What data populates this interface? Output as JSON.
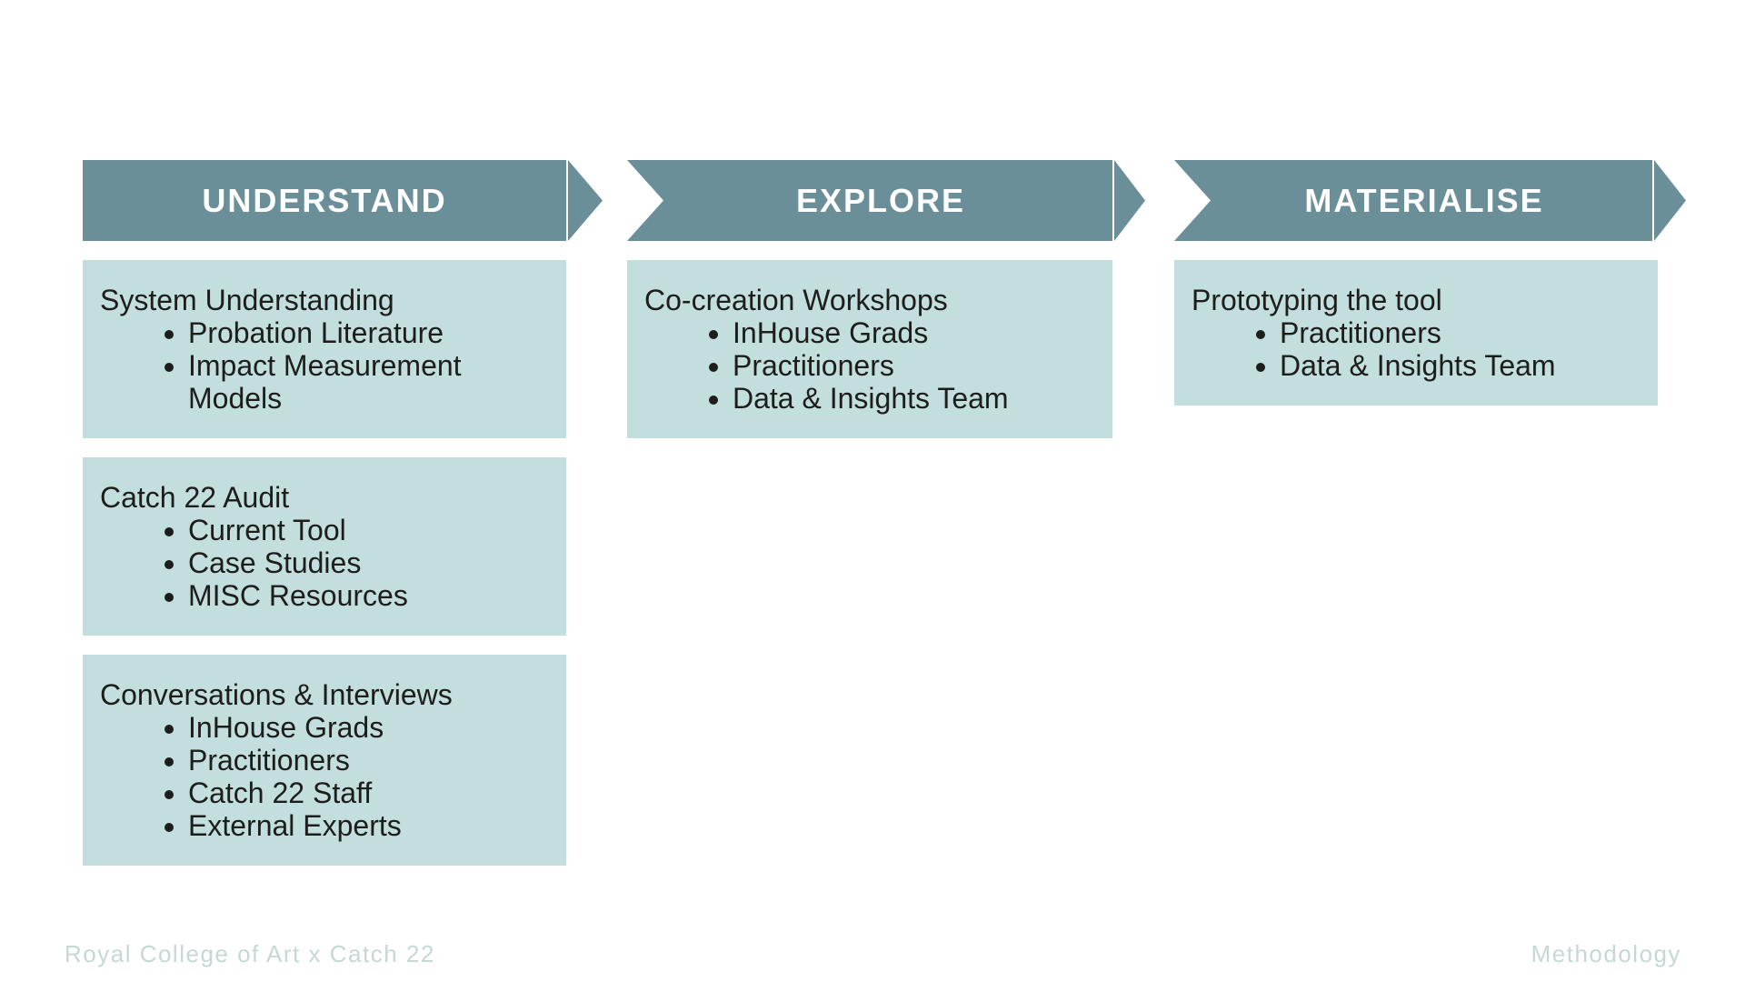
{
  "colors": {
    "arrow_teal": "#6a8f98",
    "box_teal": "#c2dedd",
    "body_text": "#1d1d1d",
    "footer_text": "#c6d8d6"
  },
  "columns": [
    {
      "header": "UNDERSTAND",
      "boxes": [
        {
          "title": "System Understanding",
          "bullets": [
            "Probation Literature",
            "Impact Measurement Models"
          ]
        },
        {
          "title": "Catch 22 Audit",
          "bullets": [
            "Current Tool",
            "Case Studies",
            "MISC Resources"
          ]
        },
        {
          "title": "Conversations & Interviews",
          "bullets": [
            "InHouse Grads",
            "Practitioners",
            "Catch 22 Staff",
            "External Experts"
          ]
        }
      ]
    },
    {
      "header": "EXPLORE",
      "boxes": [
        {
          "title": "Co-creation Workshops",
          "bullets": [
            "InHouse Grads",
            "Practitioners",
            "Data & Insights Team"
          ]
        }
      ]
    },
    {
      "header": "MATERIALISE",
      "boxes": [
        {
          "title": "Prototyping the tool",
          "bullets": [
            "Practitioners",
            "Data & Insights Team"
          ]
        }
      ]
    }
  ],
  "footer": {
    "left": "Royal College of Art x Catch 22",
    "right": "Methodology"
  }
}
